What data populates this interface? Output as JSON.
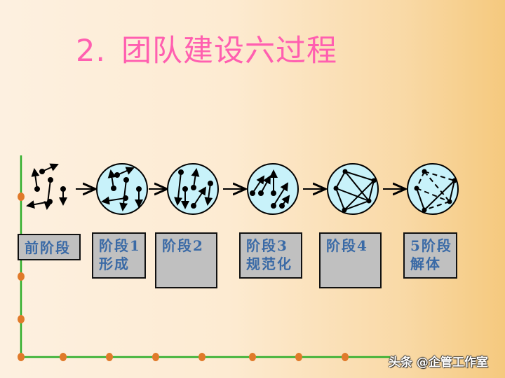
{
  "title": {
    "number": "2.",
    "text": "团队建设六过程",
    "color": "#ff5fb0"
  },
  "stages": [
    {
      "id": "pre",
      "line1": "前阶段",
      "line2": "",
      "icon": "scattered-pins-icon"
    },
    {
      "id": "s1",
      "line1": "阶段1",
      "line2": "形成",
      "icon": "circle-random-pins-icon"
    },
    {
      "id": "s2",
      "line1": "阶段2",
      "line2": "",
      "icon": "circle-partially-aligned-pins-icon"
    },
    {
      "id": "s3",
      "line1": "阶段3",
      "line2": "规范化",
      "icon": "circle-aligned-pins-icon"
    },
    {
      "id": "s4",
      "line1": "阶段4",
      "line2": "",
      "icon": "circle-fully-connected-network-icon"
    },
    {
      "id": "s5",
      "line1": "5阶段",
      "line2": "解体",
      "icon": "circle-dashed-network-icon"
    }
  ],
  "colors": {
    "circle_fill": "#c8f2fa",
    "box_fill": "#c0c0c0",
    "box_text": "#3a6aa6",
    "axis_line": "#2fae2a",
    "axis_dot": "#e07a2a"
  },
  "watermark": "头条 @企管工作室"
}
